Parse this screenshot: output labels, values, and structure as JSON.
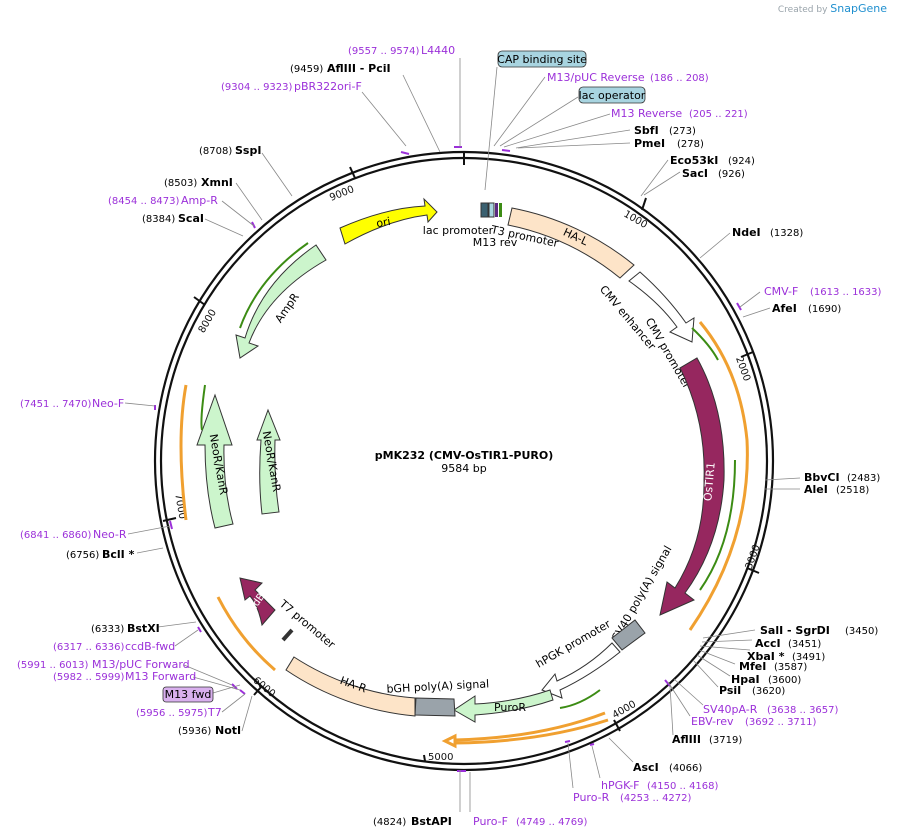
{
  "credit": {
    "prefix": "Created by",
    "brand": "SnapGene"
  },
  "plasmid": {
    "name": "pMK232 (CMV-OsTIR1-PURO)",
    "length": "9584 bp"
  },
  "ticks": [
    "1000",
    "2000",
    "3000",
    "4000",
    "5000",
    "6000",
    "7000",
    "8000",
    "9000"
  ],
  "features": {
    "ori": "ori",
    "ampr": "AmpR",
    "neor1": "NeoR/KanR",
    "neor2": "NeoR/KanR",
    "hal": "HA-L",
    "har": "HA-R",
    "ostir1": "OsTIR1",
    "puror": "PuroR",
    "ccdb": "ccdB",
    "cmv_enh": "CMV enhancer",
    "cmv_prom": "CMV promoter",
    "sv40": "SV40 poly(A) signal",
    "hpgk": "hPGK promoter",
    "bgh": "bGH poly(A) signal",
    "lac_prom": "lac promoter",
    "t3_prom": "T3 promoter",
    "m13rev": "M13 rev",
    "t7_prom": "T7 promoter"
  },
  "labels": {
    "l4440_pos": "(9557 .. 9574)",
    "l4440": "L4440",
    "pci_pos": "(9459)",
    "pci": "AflIII  - PciI",
    "pbr_pos": "(9304 .. 9323)",
    "pbr": "pBR322ori-F",
    "sspi_pos": "(8708)",
    "sspi": "SspI",
    "xmni_pos": "(8503)",
    "xmni": "XmnI",
    "ampr_pos": "(8454 .. 8473)",
    "ampr": "Amp-R",
    "scai_pos": "(8384)",
    "scai": "ScaI",
    "neof_pos": "(7451 .. 7470)",
    "neof": "Neo-F",
    "neor_pos": "(6841 .. 6860)",
    "neor": "Neo-R",
    "bcli_pos": "(6756)",
    "bcli": "BclI *",
    "bstxi_pos": "(6333)",
    "bstxi": "BstXI",
    "ccdbf_pos": "(6317 .. 6336)",
    "ccdbf": "ccdB-fwd",
    "m13puc_pos": "(5991 .. 6013)",
    "m13puc": "M13/pUC Forward",
    "m13fwd_pos": "(5982 .. 5999)",
    "m13fwd": "M13 Forward",
    "m13fwd_box": "M13 fwd",
    "t7_pos": "(5956 .. 5975)",
    "t7": "T7",
    "noti_pos": "(5936)",
    "noti": "NotI",
    "bstapi_pos": "(4824)",
    "bstapi": "BstAPI",
    "purof": "Puro-F",
    "purof_pos": "(4749 .. 4769)",
    "purorp": "Puro-R",
    "purorp_pos": "(4253 .. 4272)",
    "hpgkf": "hPGK-F",
    "hpgkf_pos": "(4150 .. 4168)",
    "asci": "AscI",
    "asci_pos": "(4066)",
    "afliii": "AflIII",
    "afliii_pos": "(3719)",
    "ebv": "EBV-rev",
    "ebv_pos": "(3692 .. 3711)",
    "sv40pa": "SV40pA-R",
    "sv40pa_pos": "(3638 .. 3657)",
    "psti": "PsiI",
    "psti_pos": "(3620)",
    "hpai": "HpaI",
    "hpai_pos": "(3600)",
    "mfei": "MfeI",
    "mfei_pos": "(3587)",
    "xbai": "XbaI *",
    "xbai_pos": "(3491)",
    "acci": "AccI",
    "acci_pos": "(3451)",
    "sali": "SalI  - SgrDI",
    "sali_pos": "(3450)",
    "alei": "AleI",
    "alei_pos": "(2518)",
    "bbvci": "BbvCI",
    "bbvci_pos": "(2483)",
    "afei": "AfeI",
    "afei_pos": "(1690)",
    "cmvf": "CMV-F",
    "cmvf_pos": "(1613 .. 1633)",
    "ndei": "NdeI",
    "ndei_pos": "(1328)",
    "saci": "SacI",
    "saci_pos": "(926)",
    "eco53": "Eco53kI",
    "eco53_pos": "(924)",
    "pmei": "PmeI",
    "pmei_pos": "(278)",
    "sbfi": "SbfI",
    "sbfi_pos": "(273)",
    "m13r": "M13 Reverse",
    "m13r_pos": "(205 .. 221)",
    "lacop": "lac operator",
    "m13puc_r": "M13/pUC Reverse",
    "m13puc_r_pos": "(186 .. 208)",
    "cap": "CAP binding site"
  },
  "colors": {
    "primer": "#9b30d9",
    "enzyme": "#000000",
    "backbone": "#111111",
    "ori": "#ffff00",
    "resistance": "#ccf5cc",
    "ha": "#fde4c8",
    "ostir1": "#96275f",
    "ccdb": "#96275f",
    "promoter": "#ffffff",
    "polya": "#9aa3aa",
    "orf": "#f0a030",
    "orf_inner": "#3c8c14",
    "feature_box": "#a8d4e0"
  }
}
